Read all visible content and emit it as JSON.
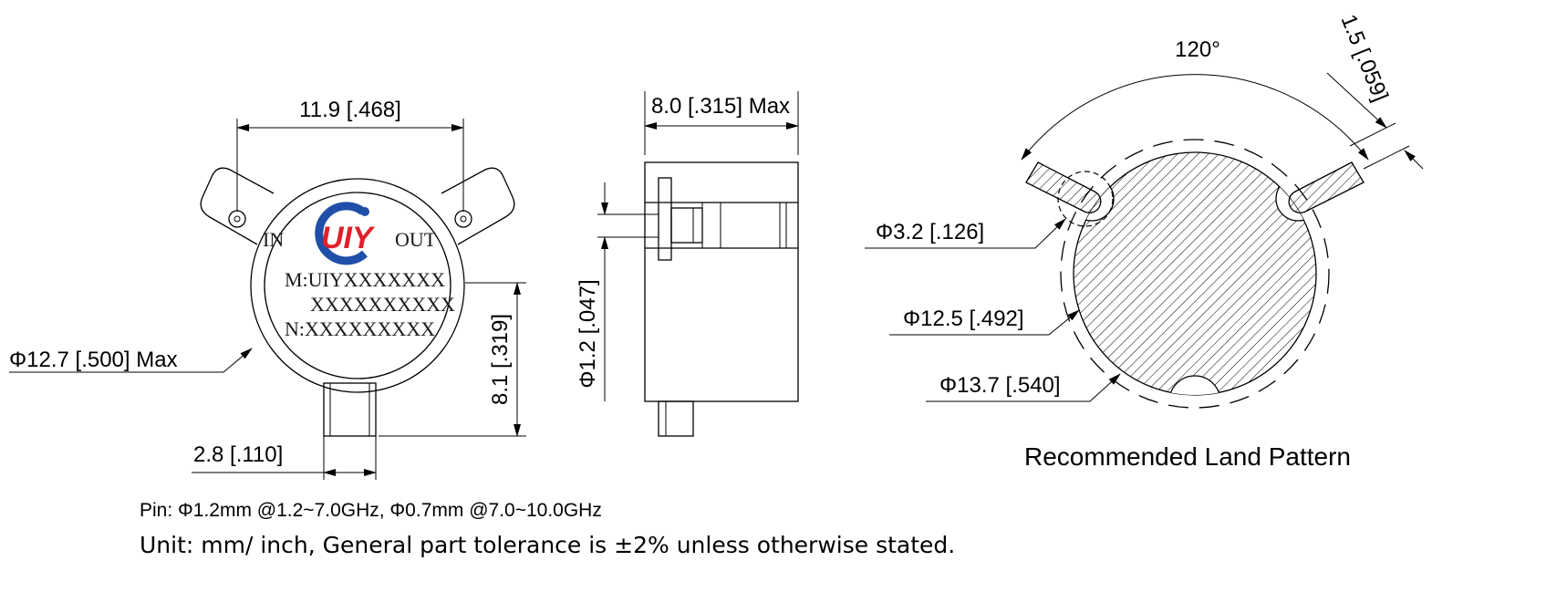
{
  "front_view": {
    "width_dim": "11.9 [.468]",
    "diameter_dim": "Φ12.7 [.500] Max",
    "height_dim": "8.1 [.319]",
    "connector_dim": "2.8 [.110]",
    "label_in": "IN",
    "label_out": "OUT",
    "marking_line1": "M:UIYXXXXXXX",
    "marking_line2": "XXXXXXXXXX",
    "marking_line3": "N:XXXXXXXXX",
    "logo_text": "UIY",
    "logo_colors": {
      "blue": "#1f4fa8",
      "red": "#e0202a"
    }
  },
  "side_view": {
    "thickness_dim": "8.0 [.315] Max",
    "pin_dim": "Φ1.2 [.047]"
  },
  "land_pattern": {
    "title": "Recommended Land Pattern",
    "angle_dim": "120°",
    "pad_width_dim": "1.5 [.059]",
    "hole_dim": "Φ3.2 [.126]",
    "inner_dim": "Φ12.5 [.492]",
    "outer_dim": "Φ13.7 [.540]"
  },
  "notes": {
    "pin_note": "Pin: Φ1.2mm @1.2~7.0GHz, Φ0.7mm @7.0~10.0GHz",
    "unit_note": "Unit: mm/ inch, General part tolerance is ±2% unless otherwise stated."
  }
}
